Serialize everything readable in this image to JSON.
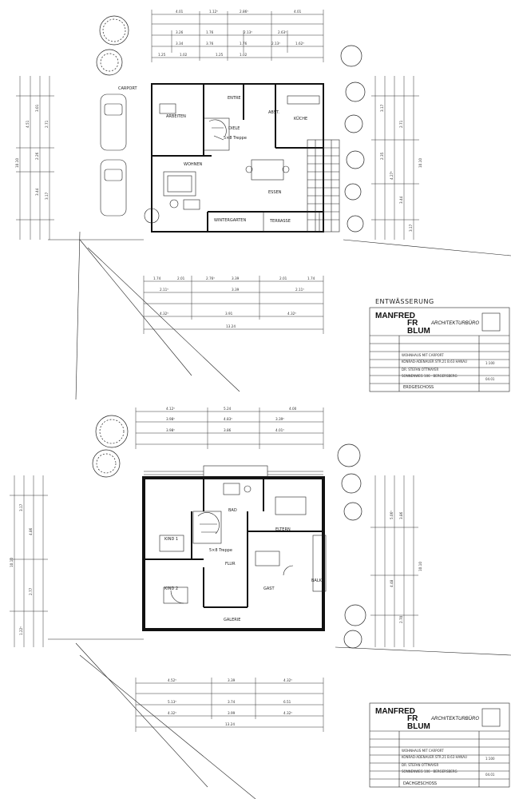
{
  "plan_upper_ground": {
    "rooms": {
      "carport": "CARPORT",
      "entre": "ENTRE",
      "arbeiten": "ARBEITEN",
      "diele": "DIELE",
      "stair": "5×8 Treppe",
      "kuche": "KÜCHE",
      "wohnen": "WOHNEN",
      "essen": "ESSEN",
      "wintergarten": "WINTERGARTEN",
      "terrasse": "TERRASSE",
      "abst": "ABST."
    },
    "top_dims": [
      "4.01",
      "1.12⁵",
      "2.86⁵",
      "4.01",
      "3.26",
      "1.76",
      "2.13⁵",
      "2.63⁵",
      "3.34",
      "3.76",
      "1.76",
      "2.13⁵",
      "1.62⁵",
      "1.25",
      "1.02",
      "1.25",
      "1.02"
    ],
    "bottom_dims": [
      "1.74",
      "2.01",
      "2.76⁵",
      "3.39",
      "2.01",
      "1.74",
      "2.11⁵",
      "3.39",
      "2.11⁵",
      "4.32⁵",
      "3.91",
      "4.32⁵",
      "13.24"
    ],
    "left_dims": [
      "10.10",
      "4.51",
      "3.01",
      "2.26",
      "3.44",
      "2.71",
      "3.17"
    ],
    "right_dims": [
      "3.17",
      "2.35",
      "4.27⁵",
      "3.44",
      "2.71",
      "3.17",
      "10.10"
    ]
  },
  "plan_lower_ground": {
    "rooms": {
      "bad": "BAD",
      "eltern": "ELTERN",
      "kind1": "KIND 1",
      "stair": "5×8 Treppe",
      "flur": "FLUR",
      "kind2": "KIND 2",
      "gast": "GAST",
      "balk": "BALK.",
      "galerie": "GALERIE"
    },
    "top_dims": [
      "4.12⁵",
      "5.24",
      "4.00",
      "3.98⁵",
      "4.83⁵",
      "3.39⁵",
      "3.98⁵",
      "3.86",
      "4.01⁵"
    ],
    "bottom_dims": [
      "4.52⁵",
      "3.39",
      "4.32⁵",
      "5.13⁵",
      "3.74",
      "6.51",
      "4.32⁵",
      "3.99",
      "4.32⁵",
      "13.24"
    ],
    "left_dims": [
      "10.10",
      "3.17",
      "4.86",
      "2.77",
      "1.22⁵"
    ],
    "right_dims": [
      "3.86",
      "5.06⁵",
      "4.48",
      "2.70",
      "10.10"
    ]
  },
  "entwaesserung": "ENTWÄSSERUNG",
  "titleblock_1": {
    "logo_line1": "MANFRED",
    "logo_line2": "FR",
    "logo_line3": "BLUM",
    "logo_tag": "ARCHITEKTURBÜRO",
    "project": "WOHNHAUS MIT CARPORT",
    "address": "KONRAD-ADENAUER STR.21 B.63 HANAU",
    "client": "DR. STEFAN OTTMAYER",
    "client_address": "SONNENWEG 106 · BERGERSBERG",
    "plan_name": "ERDGESCHOSS",
    "scale": "1:100",
    "date": "04.01"
  },
  "titleblock_2": {
    "logo_line1": "MANFRED",
    "logo_line2": "FR",
    "logo_line3": "BLUM",
    "logo_tag": "ARCHITEKTURBÜRO",
    "project": "WOHNHAUS MIT CARPORT",
    "address": "KONRAD-ADENAUER STR.21 B.63 HANAU",
    "client": "DR. STEFAN OTTMAYER",
    "client_address": "SONNENWEG 106 · BERGERSBERG",
    "plan_name": "DACHGESCHOSS",
    "scale": "1:100",
    "date": "04.01"
  }
}
